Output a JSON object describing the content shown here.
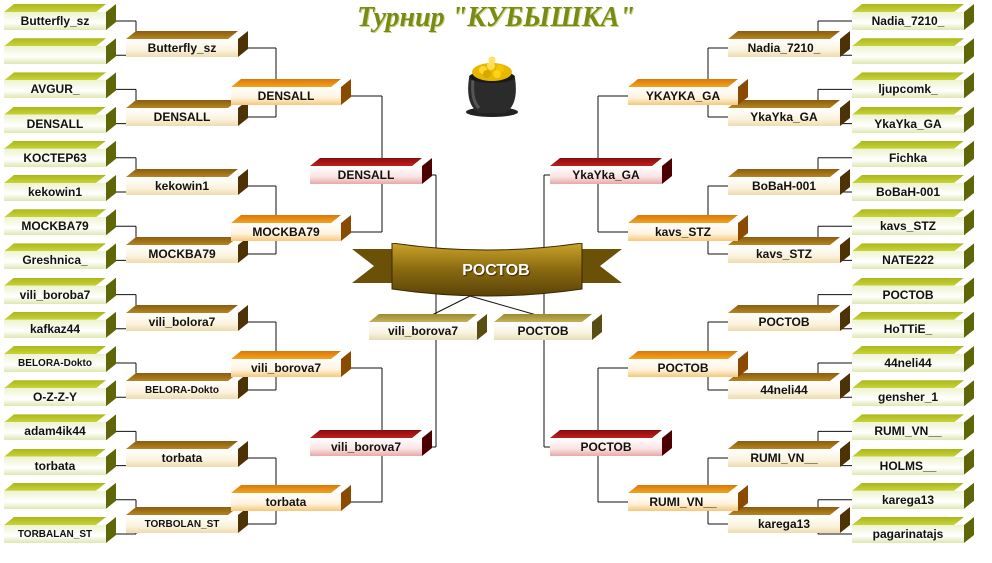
{
  "title": "Турнир \"КУБЫШКА\"",
  "champion": "РОСТОВ",
  "left": {
    "round1": [
      "Butterfly_sz",
      "",
      "AVGUR_",
      "DENSALL",
      "KOCTEP63",
      "kekowin1",
      "MOCKBA79",
      "Greshnica_",
      "vili_boroba7",
      "kafkaz44",
      "BELORA-Dokto",
      "O-Z-Z-Y",
      "adam4ik44",
      "torbata",
      "",
      "TORBALAN_ST"
    ],
    "round2": [
      "Butterfly_sz",
      "DENSALL",
      "kekowin1",
      "MOCKBA79",
      "vili_bolora7",
      "BELORA-Dokto",
      "torbata",
      "TORBOLAN_ST"
    ],
    "round3": [
      "DENSALL",
      "MOCKBA79",
      "vili_borova7",
      "torbata"
    ],
    "semi": [
      "DENSALL",
      "vili_borova7"
    ],
    "final": "vili_borova7"
  },
  "right": {
    "round1": [
      "Nadia_7210_",
      "",
      "ljupcomk_",
      "YkaYka_GA",
      "Fichka",
      "BoBaH-001",
      "kavs_STZ",
      "NATE222",
      "POCTOB",
      "HoTTiE_",
      "44neli44",
      "gensher_1",
      "RUMI_VN__",
      "HOLMS__",
      "karega13",
      "pagarinatajs"
    ],
    "round2": [
      "Nadia_7210_",
      "YkaYka_GA",
      "BoBaH-001",
      "kavs_STZ",
      "POCTOB",
      "44neli44",
      "RUMI_VN__",
      "karega13"
    ],
    "round3": [
      "YKAYKA_GA",
      "kavs_STZ",
      "POCTOB",
      "RUMI_VN__"
    ],
    "semi": [
      "YkaYka_GA",
      "POCTOB"
    ],
    "final": "POCTOB"
  },
  "colors": {
    "olive": "#aab71a",
    "brown": "#8a5c10",
    "orange": "#f4a21d",
    "red": "#a01010",
    "khaki": "#b5a245",
    "banner": "#8a6a10",
    "title": "#7a8a14"
  },
  "icons": {
    "pot": "gold-pot-icon",
    "banner": "ribbon-banner-icon"
  }
}
